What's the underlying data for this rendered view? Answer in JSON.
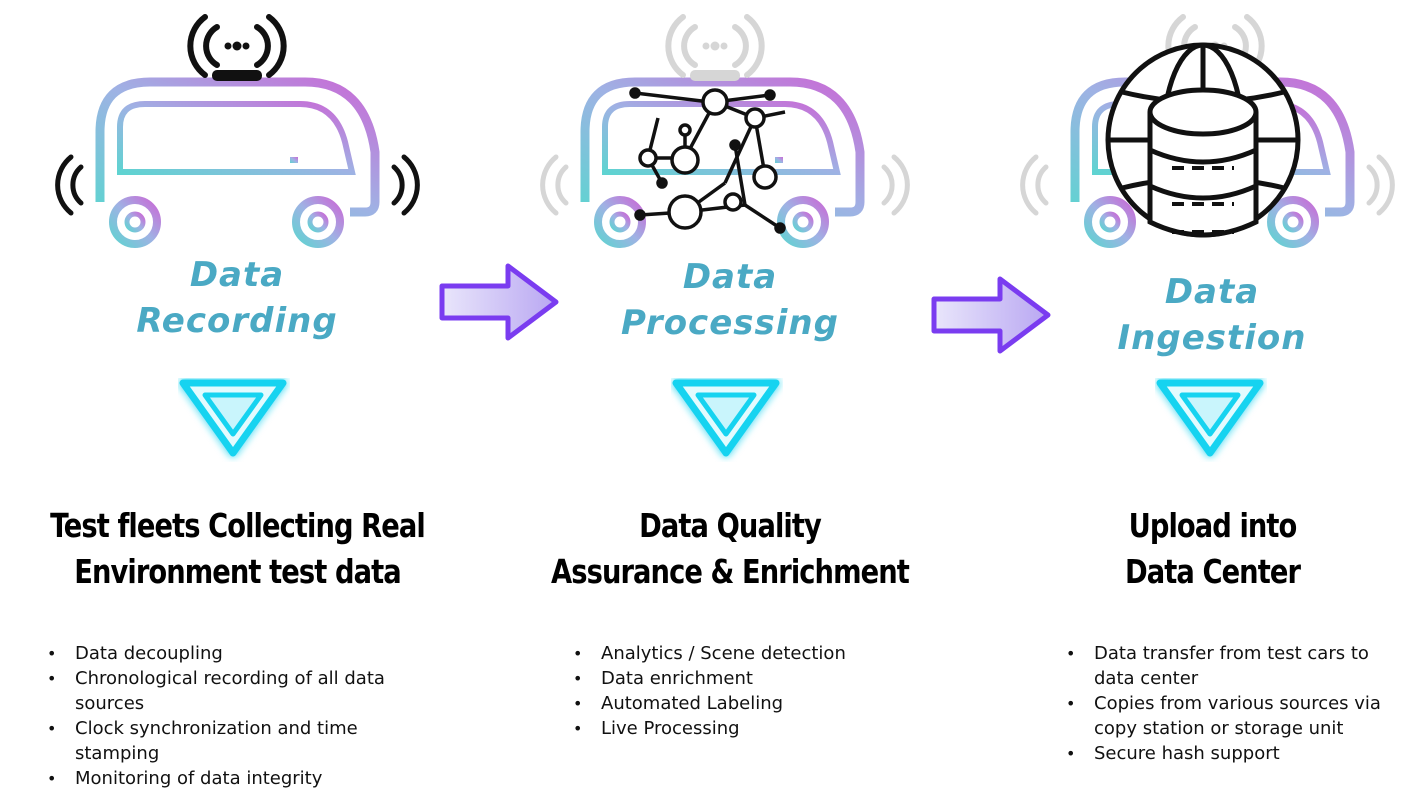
{
  "stages": [
    {
      "title_lines": [
        "Data",
        "Recording"
      ],
      "heading_lines": [
        "Test fleets Collecting Real",
        "Environment test data"
      ],
      "bullets": [
        "Data decoupling",
        "Chronological recording of all data sources",
        "Clock synchronization and time stamping",
        "Monitoring of data integrity"
      ],
      "icon": "vehicle-with-sensors-icon"
    },
    {
      "title_lines": [
        "Data",
        "Processing"
      ],
      "heading_lines": [
        "Data Quality",
        "Assurance & Enrichment"
      ],
      "bullets": [
        "Analytics / Scene detection",
        "Data enrichment",
        "Automated Labeling",
        "Live Processing"
      ],
      "icon": "vehicle-network-icon"
    },
    {
      "title_lines": [
        "Data",
        "Ingestion"
      ],
      "heading_lines": [
        "Upload into",
        "Data Center"
      ],
      "bullets": [
        "Data transfer from test cars to data center",
        "Copies from various sources via copy station or storage unit",
        "Secure hash support"
      ],
      "icon": "vehicle-database-globe-icon"
    }
  ],
  "colors": {
    "title": "#4aa9c4",
    "heading": "#000000",
    "gradient_start": "#5fd3d1",
    "gradient_end": "#c96ad6",
    "triangle": "#19d3f0",
    "arrow_outline": "#7a3cf0"
  }
}
